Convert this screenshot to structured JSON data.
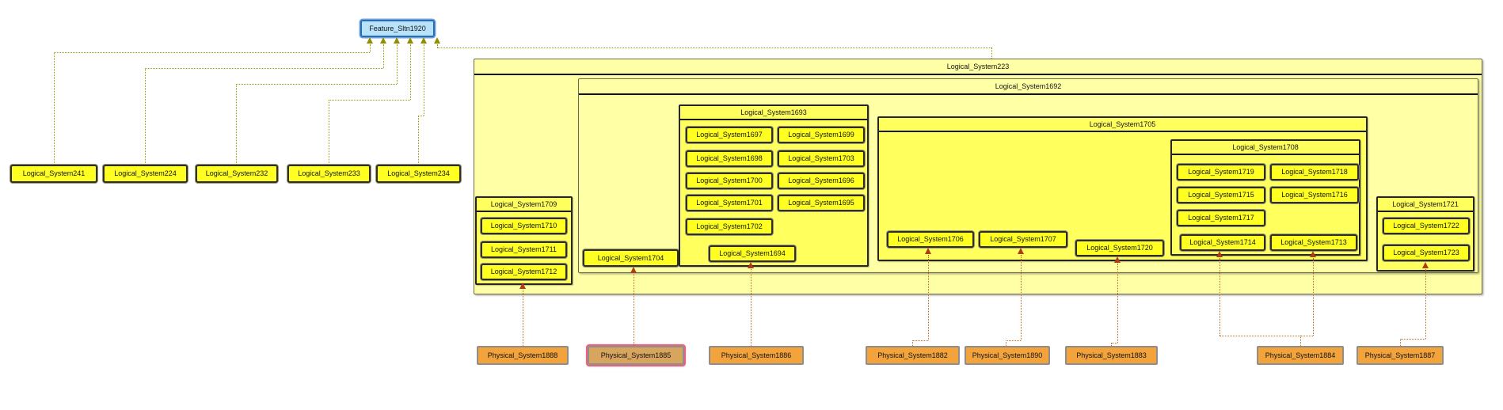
{
  "feature": {
    "label": "Feature_Sltn1920"
  },
  "left_logical_systems": [
    {
      "label": "Logical_System241"
    },
    {
      "label": "Logical_System224"
    },
    {
      "label": "Logical_System232"
    },
    {
      "label": "Logical_System233"
    },
    {
      "label": "Logical_System234"
    }
  ],
  "root_container": {
    "label": "Logical_System223"
  },
  "inner_container": {
    "label": "Logical_System1692"
  },
  "group_1709": {
    "label": "Logical_System1709",
    "items": [
      {
        "label": "Logical_System1710"
      },
      {
        "label": "Logical_System1711"
      },
      {
        "label": "Logical_System1712"
      }
    ]
  },
  "box_1704": {
    "label": "Logical_System1704"
  },
  "group_1693": {
    "label": "Logical_System1693",
    "items": [
      {
        "label": "Logical_System1697"
      },
      {
        "label": "Logical_System1699"
      },
      {
        "label": "Logical_System1698"
      },
      {
        "label": "Logical_System1703"
      },
      {
        "label": "Logical_System1700"
      },
      {
        "label": "Logical_System1696"
      },
      {
        "label": "Logical_System1701"
      },
      {
        "label": "Logical_System1695"
      },
      {
        "label": "Logical_System1702"
      }
    ],
    "footer": {
      "label": "Logical_System1694"
    }
  },
  "group_1705": {
    "label": "Logical_System1705",
    "items": [
      {
        "label": "Logical_System1706"
      },
      {
        "label": "Logical_System1707"
      },
      {
        "label": "Logical_System1720"
      }
    ]
  },
  "group_1708": {
    "label": "Logical_System1708",
    "items": [
      {
        "label": "Logical_System1719"
      },
      {
        "label": "Logical_System1718"
      },
      {
        "label": "Logical_System1715"
      },
      {
        "label": "Logical_System1716"
      },
      {
        "label": "Logical_System1717"
      },
      {
        "label": "Logical_System1714"
      },
      {
        "label": "Logical_System1713"
      }
    ]
  },
  "group_1721": {
    "label": "Logical_System1721",
    "items": [
      {
        "label": "Logical_System1722"
      },
      {
        "label": "Logical_System1723"
      }
    ]
  },
  "physical_systems": [
    {
      "label": "Physical_System1888",
      "selected": false
    },
    {
      "label": "Physical_System1885",
      "selected": true
    },
    {
      "label": "Physical_System1886",
      "selected": false
    },
    {
      "label": "Physical_System1882",
      "selected": false
    },
    {
      "label": "Physical_System1890",
      "selected": false
    },
    {
      "label": "Physical_System1883",
      "selected": false
    },
    {
      "label": "Physical_System1884",
      "selected": false
    },
    {
      "label": "Physical_System1887",
      "selected": false
    }
  ],
  "connectors": {
    "feature_realizations": [
      {
        "from": "Logical_System241",
        "to": "Feature_Sltn1920"
      },
      {
        "from": "Logical_System224",
        "to": "Feature_Sltn1920"
      },
      {
        "from": "Logical_System232",
        "to": "Feature_Sltn1920"
      },
      {
        "from": "Logical_System233",
        "to": "Feature_Sltn1920"
      },
      {
        "from": "Logical_System234",
        "to": "Feature_Sltn1920"
      },
      {
        "from": "Logical_System223",
        "to": "Feature_Sltn1920"
      }
    ],
    "physical_realizations": [
      {
        "from": "Physical_System1888",
        "to": "Logical_System1712"
      },
      {
        "from": "Physical_System1885",
        "to": "Logical_System1704"
      },
      {
        "from": "Physical_System1886",
        "to": "Logical_System1694"
      },
      {
        "from": "Physical_System1882",
        "to": "Logical_System1706"
      },
      {
        "from": "Physical_System1890",
        "to": "Logical_System1707"
      },
      {
        "from": "Physical_System1883",
        "to": "Logical_System1720"
      },
      {
        "from": "Physical_System1884",
        "to": "Logical_System1714"
      },
      {
        "from": "Physical_System1884",
        "to": "Logical_System1713"
      },
      {
        "from": "Physical_System1887",
        "to": "Logical_System1723"
      }
    ]
  },
  "colors": {
    "container_fill": "#FFFFA6",
    "group_fill": "#FFFF5E",
    "logical_leaf_fill": "#FFFF21",
    "physical_fill": "#F2A33C",
    "selected_highlight": "#E8637E",
    "feature_fill": "#B8E2FA",
    "feature_border": "#2B6CB8",
    "feature_link": "#9C9C00",
    "physical_link": "#C76A1E",
    "physical_arrow": "#B03A1A"
  }
}
